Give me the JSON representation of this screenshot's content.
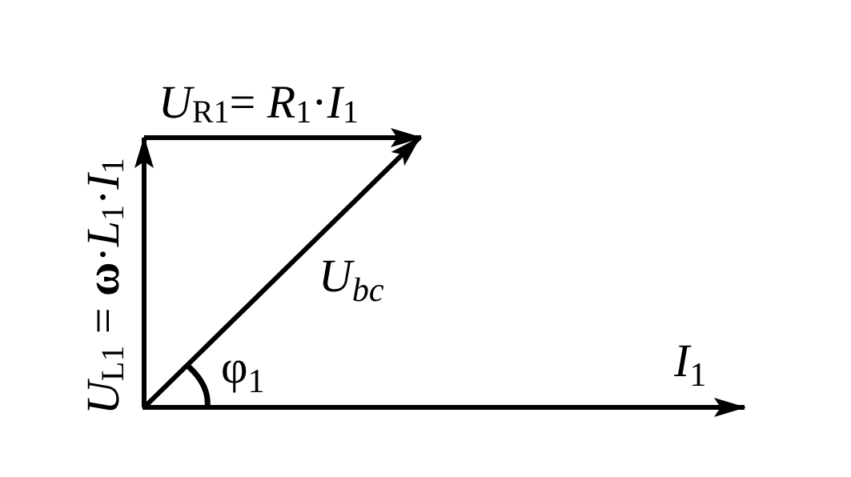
{
  "diagram": {
    "label_ur1": {
      "main": "U",
      "sub": "R1",
      "rest": "= ",
      "r": "R",
      "r_sub": "1",
      "dot": "·",
      "i": "I",
      "i_sub": "1"
    },
    "label_ul1": {
      "main": "U",
      "sub": "L1",
      "rest": " = ",
      "omega": "ω",
      "dot1": "·",
      "l": "L",
      "l_sub": "1",
      "dot2": "·",
      "i": "I",
      "i_sub": "1"
    },
    "label_ubc": {
      "main": "U",
      "sub": "bc"
    },
    "label_phi": {
      "main": "φ",
      "sub": "1"
    },
    "label_i1": {
      "main": "I",
      "sub": "1"
    }
  },
  "colors": {
    "stroke": "#000000",
    "background": "#ffffff"
  }
}
